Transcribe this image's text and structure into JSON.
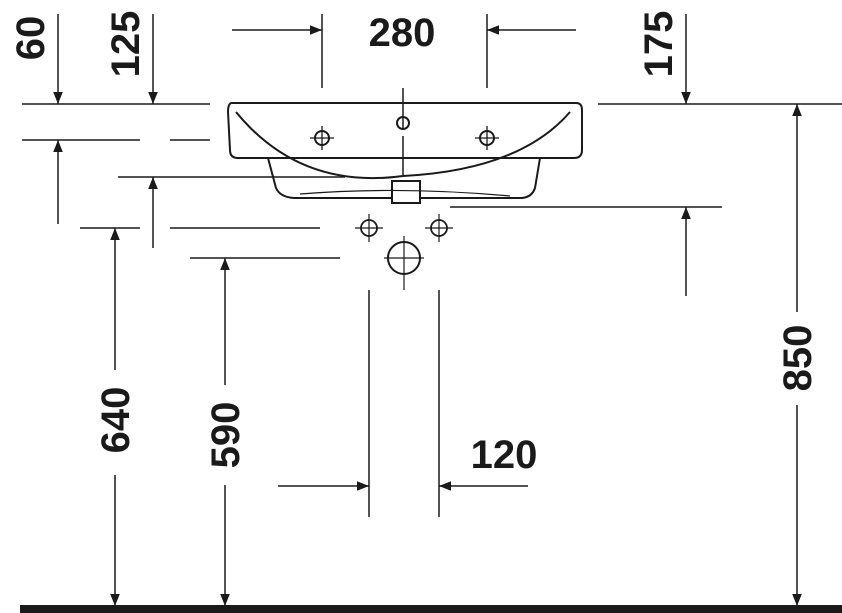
{
  "diagram": {
    "type": "technical-drawing",
    "subject": "washbasin-side-elevation",
    "line_color": "#1a1a1a",
    "background": "#ffffff"
  },
  "dimensions": {
    "d60": "60",
    "d125": "125",
    "d280": "280",
    "d175": "175",
    "d640": "640",
    "d590": "590",
    "d120": "120",
    "d850": "850"
  }
}
